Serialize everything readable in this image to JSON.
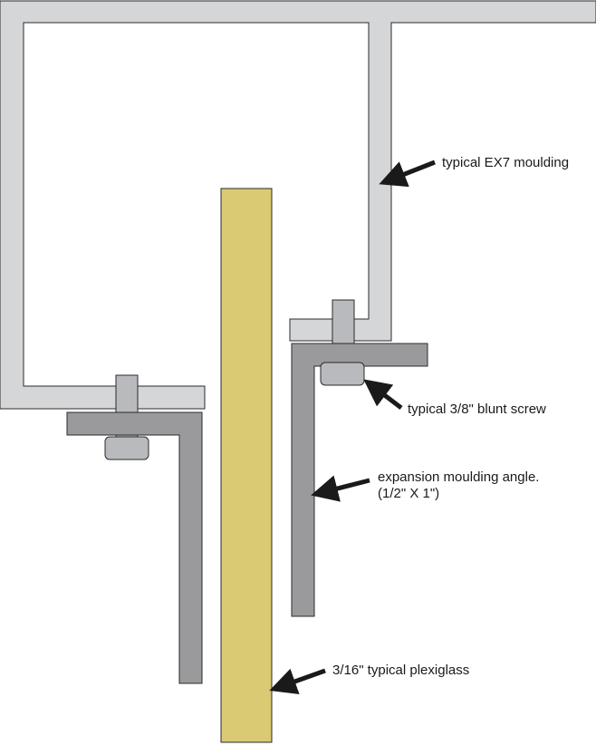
{
  "labels": {
    "moulding": "typical EX7 moulding",
    "screw": "typical 3/8\" blunt screw",
    "angle_line1": "expansion moulding angle.",
    "angle_line2": "(1/2\" X 1\")",
    "plexiglass": "3/16\" typical plexiglass"
  },
  "colors": {
    "moulding": "#d4d6d8",
    "angle": "#9a9a9c",
    "screw": "#b9babd",
    "plexiglass": "#d9ca73",
    "outline": "#2b2b2b",
    "arrow": "#1a1a1a"
  }
}
